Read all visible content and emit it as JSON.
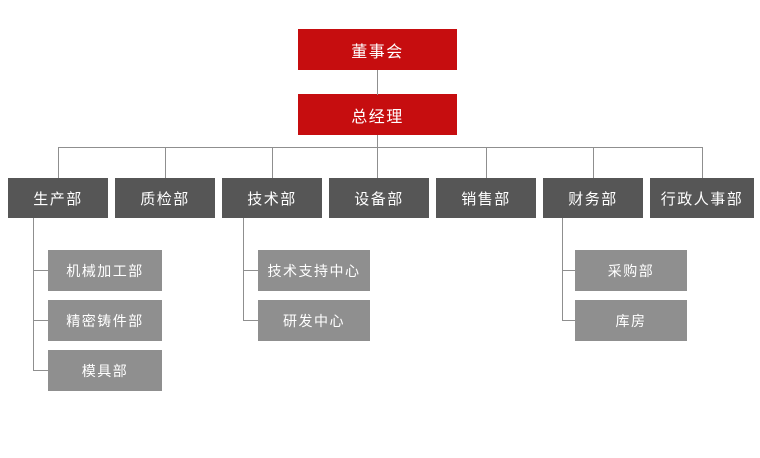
{
  "org_chart": {
    "type": "organization-chart",
    "level1": {
      "label": "董事会"
    },
    "level2": {
      "label": "总经理"
    },
    "departments": [
      {
        "label": "生产部",
        "sub_departments": [
          "机械加工部",
          "精密铸件部",
          "模具部"
        ]
      },
      {
        "label": "质检部",
        "sub_departments": []
      },
      {
        "label": "技术部",
        "sub_departments": [
          "技术支持中心",
          "研发中心"
        ]
      },
      {
        "label": "设备部",
        "sub_departments": []
      },
      {
        "label": "销售部",
        "sub_departments": []
      },
      {
        "label": "财务部",
        "sub_departments": [
          "采购部",
          "库房"
        ]
      },
      {
        "label": "行政人事部",
        "sub_departments": []
      }
    ]
  },
  "colors": {
    "executive_box": "#c60d0f",
    "department_box": "#565656",
    "sub_department_box": "#8f8f8f",
    "connector_line": "#8f8f8f",
    "box_text": "#ffffff",
    "background": "#ffffff"
  }
}
